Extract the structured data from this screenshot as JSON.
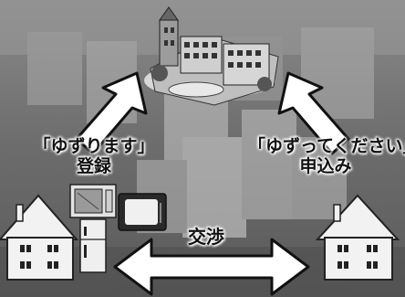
{
  "labels": {
    "giver_title": "「ゆずります」",
    "giver_action": "登録",
    "receiver_title": "「ゆずってください」",
    "receiver_action": "申込み",
    "negotiation": "交渉"
  },
  "colors": {
    "background": "#6f6f6f",
    "house": "#f2f2f2",
    "house_outline": "#222222",
    "arrow_fill": "#ffffff",
    "arrow_outline": "#111111"
  },
  "icons": {
    "top": "town-hall-building",
    "left_house": "house-icon",
    "right_house": "house-icon",
    "appliances": [
      "microwave-icon",
      "television-icon",
      "refrigerator-icon"
    ]
  }
}
